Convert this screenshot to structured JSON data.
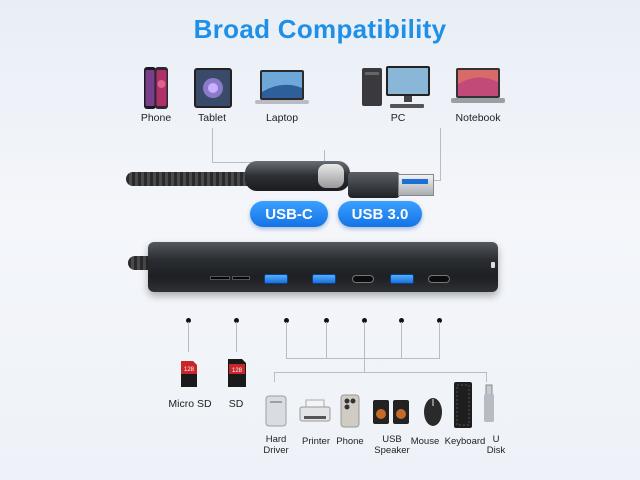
{
  "title": "Broad Compatibility",
  "devices_top": [
    {
      "label": "Phone",
      "icon": "smartphone-icon"
    },
    {
      "label": "Tablet",
      "icon": "tablet-icon"
    },
    {
      "label": "Laptop",
      "icon": "laptop-icon"
    },
    {
      "label": "PC",
      "icon": "desktop-pc-icon"
    },
    {
      "label": "Notebook",
      "icon": "notebook-icon"
    }
  ],
  "connectors": {
    "usb_c": "USB-C",
    "usb_a": "USB 3.0"
  },
  "card_devices": [
    {
      "label": "Micro SD",
      "icon": "micro-sd-card-icon",
      "card_text": "128"
    },
    {
      "label": "SD",
      "icon": "sd-card-icon",
      "card_text": "128"
    }
  ],
  "usb_devices": [
    {
      "label": "Hard Driver",
      "icon": "hard-drive-icon"
    },
    {
      "label": "Printer",
      "icon": "printer-icon"
    },
    {
      "label": "Phone",
      "icon": "smartphone-icon"
    },
    {
      "label": "USB Speaker",
      "icon": "speaker-icon"
    },
    {
      "label": "Mouse",
      "icon": "mouse-icon"
    },
    {
      "label": "Keyboard",
      "icon": "keyboard-icon"
    },
    {
      "label": "U Disk",
      "icon": "usb-flash-drive-icon"
    }
  ],
  "colors": {
    "title": "#1e90e8",
    "pill": "#1573e6",
    "usb_port": "#1c6fd8"
  }
}
